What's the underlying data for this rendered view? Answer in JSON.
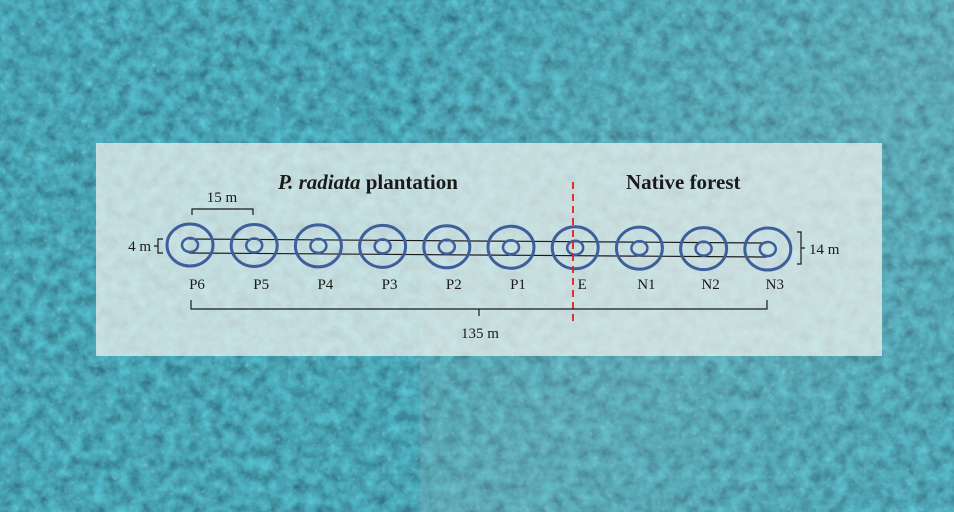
{
  "sections": {
    "plantation_species": "P. radiata",
    "plantation_word": " plantation",
    "native": "Native forest"
  },
  "measurements": {
    "spacing": "15 m",
    "width_inner": "4 m",
    "width_outer": "14 m",
    "total_length": "135 m"
  },
  "plots": [
    "P6",
    "P5",
    "P4",
    "P3",
    "P2",
    "P1",
    "E",
    "N1",
    "N2",
    "N3"
  ],
  "edge_plot": "E",
  "colors": {
    "circle_stroke": "#3e5f9c",
    "edge_line": "#e02020",
    "canopy_dark": "#163c52",
    "canopy_light": "#6f8f95",
    "panel": "#f2f2ef"
  },
  "icons": {
    "background": "aerial-forest-canopy"
  }
}
